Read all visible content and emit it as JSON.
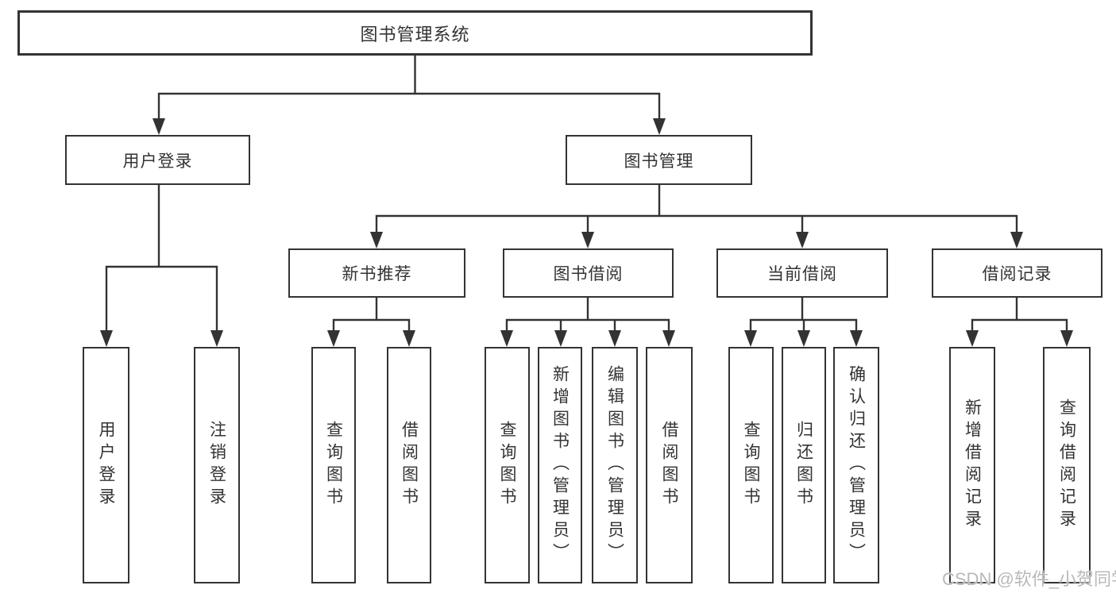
{
  "diagram": {
    "title": "图书管理系统",
    "root": {
      "label": "图书管理系统"
    },
    "branches": [
      {
        "label": "用户登录",
        "children": [
          {
            "label": "用户登录"
          },
          {
            "label": "注销登录"
          }
        ]
      },
      {
        "label": "图书管理",
        "children": [
          {
            "label": "新书推荐",
            "children": [
              {
                "label": "查询图书"
              },
              {
                "label": "借阅图书"
              }
            ]
          },
          {
            "label": "图书借阅",
            "children": [
              {
                "label": "查询图书"
              },
              {
                "label": "新增图书（管理员）"
              },
              {
                "label": "编辑图书（管理员）"
              },
              {
                "label": "借阅图书"
              }
            ]
          },
          {
            "label": "当前借阅",
            "children": [
              {
                "label": "查询图书"
              },
              {
                "label": "归还图书"
              },
              {
                "label": "确认归还（管理员）"
              }
            ]
          },
          {
            "label": "借阅记录",
            "children": [
              {
                "label": "新增借阅记录"
              },
              {
                "label": "查询借阅记录"
              }
            ]
          }
        ]
      }
    ]
  },
  "watermark": {
    "text": "CSDN @软件_小贺同学"
  },
  "colors": {
    "line": "#333333",
    "text": "#333333",
    "background": "#ffffff",
    "watermark": "#b9b9b9"
  }
}
